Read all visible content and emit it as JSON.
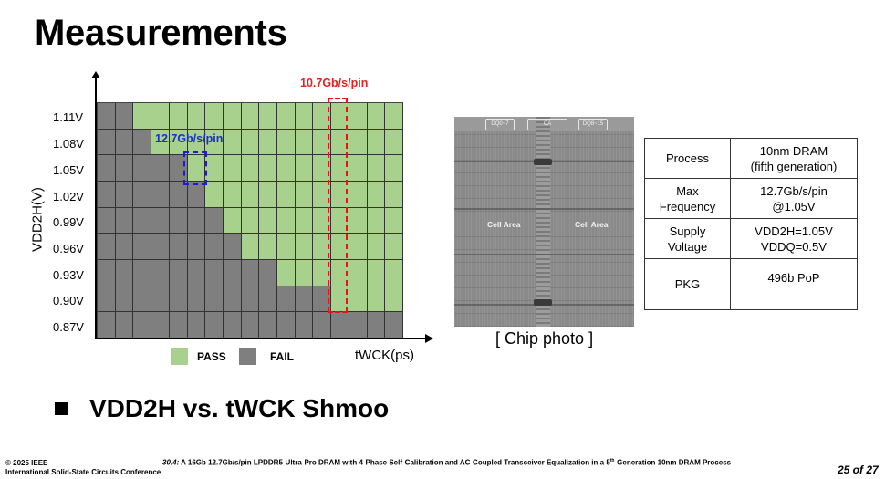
{
  "slide": {
    "title": "Measurements",
    "subtitle": "VDD2H vs. tWCK Shmoo",
    "page": "25 of 27"
  },
  "footer": {
    "copyright": "© 2025 IEEE",
    "conference": "International Solid-State Circuits Conference",
    "paper_num": "30.4:",
    "paper_title_a": " A 16Gb 12.7Gb/s/pin LPDDR5-Ultra-Pro DRAM with 4-Phase Self-Calibration and AC-Coupled Transceiver Equalization in a 5",
    "paper_title_sup": "th",
    "paper_title_b": "-Generation 10nm DRAM Process"
  },
  "chart_data": {
    "type": "heatmap",
    "title": "VDD2H vs. tWCK Shmoo",
    "xlabel": "tWCK(ps)",
    "ylabel": "VDD2H(V)",
    "y_ticks": [
      "1.11V",
      "1.08V",
      "1.05V",
      "1.02V",
      "0.99V",
      "0.96V",
      "0.93V",
      "0.90V",
      "0.87V"
    ],
    "columns": 17,
    "legend": [
      {
        "label": "PASS",
        "color": "#a9d18e"
      },
      {
        "label": "FAIL",
        "color": "#7f7f7f"
      }
    ],
    "fail_count_per_row": [
      2,
      3,
      5,
      6,
      7,
      8,
      10,
      13,
      17
    ],
    "rows": [
      "FFPPPPPPPPPPPPPPP",
      "FFFPPPPPPPPPPPPPP",
      "FFFFFPPPPPPPPPPPP",
      "FFFFFFPPPPPPPPPPP",
      "FFFFFFFPPPPPPPPPP",
      "FFFFFFFFPPPPPPPPP",
      "FFFFFFFFFFPPPPPPP",
      "FFFFFFFFFFFFFPPPP",
      "FFFFFFFFFFFFFFFFF"
    ],
    "annotations": [
      {
        "text": "10.7Gb/s/pin",
        "color": "#e52222",
        "highlight": "column 13, rows 1.11V–0.90V"
      },
      {
        "text": "12.7Gb/s/pin",
        "color": "#1a2fcf",
        "highlight": "column 5 @ 1.05V"
      }
    ]
  },
  "chip_photo": {
    "caption": "[ Chip photo ]",
    "labels": [
      "DQ0~7",
      "CA",
      "DQ8~15"
    ],
    "cell_area_left": "Cell Area",
    "cell_area_right": "Cell Area"
  },
  "spec_table": [
    {
      "key": "Process",
      "value_1": "10nm DRAM",
      "value_2": "(fifth generation)"
    },
    {
      "key_1": "Max",
      "key_2": "Frequency",
      "value_1": "12.7Gb/s/pin",
      "value_2": "@1.05V"
    },
    {
      "key_1": "Supply",
      "key_2": "Voltage",
      "value_1": "VDD2H=1.05V",
      "value_2": "VDDQ=0.5V"
    },
    {
      "key": "PKG",
      "value_1": "496b PoP"
    }
  ]
}
